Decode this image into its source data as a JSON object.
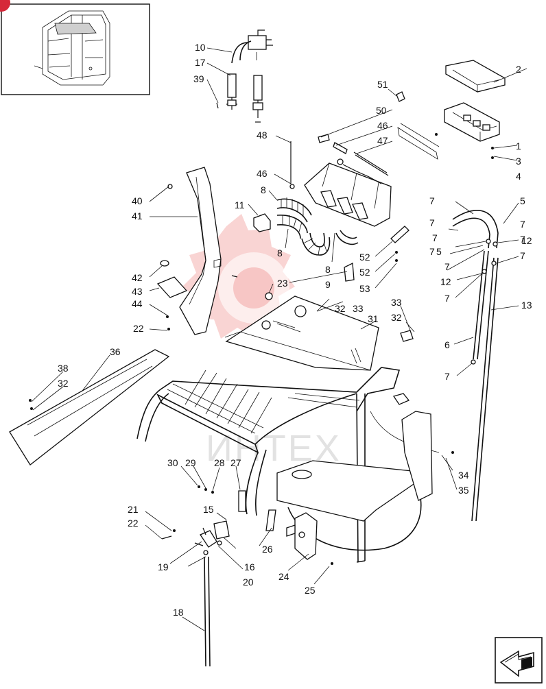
{
  "labels": [
    "1",
    "2",
    "3",
    "4",
    "5",
    "5",
    "6",
    "7",
    "7",
    "7",
    "7",
    "7",
    "7",
    "7",
    "7",
    "7",
    "7",
    "8",
    "8",
    "8",
    "9",
    "10",
    "11",
    "12",
    "12",
    "13",
    "15",
    "16",
    "17",
    "18",
    "19",
    "20",
    "21",
    "22",
    "22",
    "23",
    "24",
    "25",
    "26",
    "27",
    "28",
    "29",
    "30",
    "31",
    "32",
    "32",
    "32",
    "33",
    "33",
    "34",
    "35",
    "36",
    "38",
    "39",
    "40",
    "41",
    "42",
    "43",
    "44",
    "46",
    "46",
    "47",
    "48",
    "50",
    "51",
    "52",
    "52",
    "53"
  ],
  "watermark": "ИНТЕХ",
  "badge_color": "#d62839",
  "watermark_color": "#e53935",
  "nav_icon": "next-page-arrow-icon"
}
